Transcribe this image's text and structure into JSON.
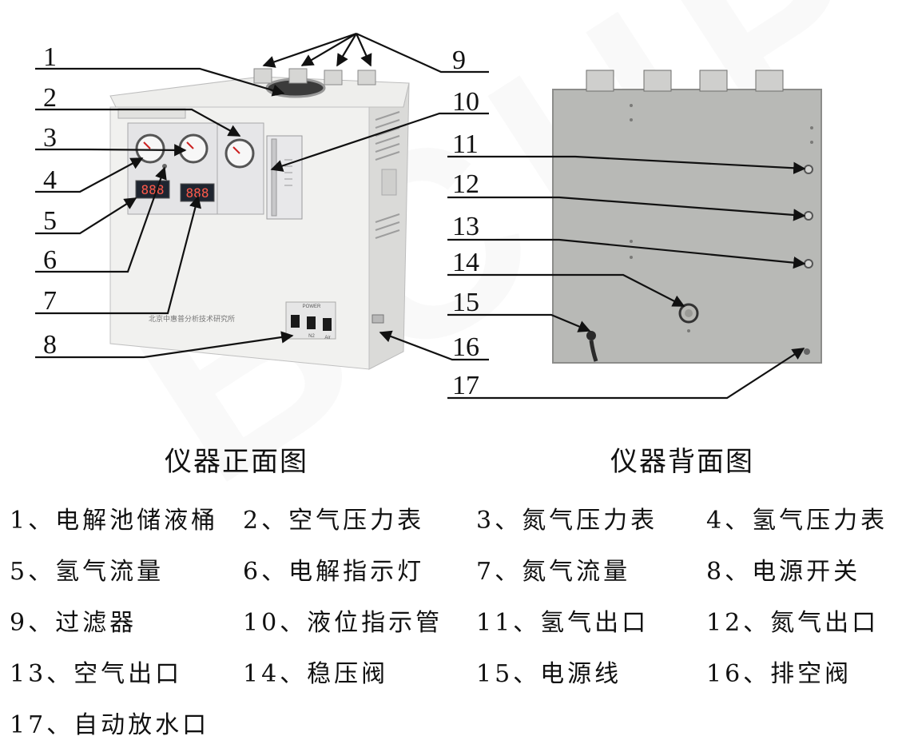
{
  "callouts": [
    "1",
    "2",
    "3",
    "4",
    "5",
    "6",
    "7",
    "8",
    "9",
    "10",
    "11",
    "12",
    "13",
    "14",
    "15",
    "16",
    "17"
  ],
  "captions": {
    "front": "仪器正面图",
    "back": "仪器背面图"
  },
  "legend": [
    [
      "1、电解池储液桶",
      "2、空气压力表",
      "3、氮气压力表",
      "4、氢气压力表"
    ],
    [
      "5、氢气流量",
      "6、电解指示灯",
      "7、氮气流量",
      "8、电源开关"
    ],
    [
      "9、过滤器",
      "10、液位指示管",
      "11、氢气出口",
      "12、氮气出口"
    ],
    [
      "13、空气出口",
      "14、稳压阀",
      "15、电源线",
      "16、排空阀"
    ],
    [
      "17、自动放水口"
    ]
  ],
  "device_front": {
    "nameplate": "北京中惠普分析技术研究所",
    "power_label": "POWER",
    "switch_labels": [
      "",
      "N2",
      "Air"
    ],
    "display_value": "888"
  },
  "device_back": {
    "valve_label": "稳压阀"
  },
  "watermark": "BCHP"
}
